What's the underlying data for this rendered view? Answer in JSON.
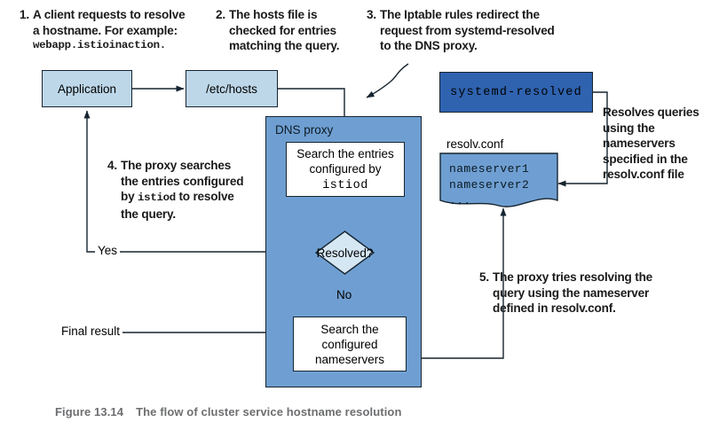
{
  "figure": {
    "number": "Figure 13.14",
    "title": "The flow of cluster service hostname resolution"
  },
  "callouts": [
    {
      "id": "callout-1",
      "number": "1.",
      "line1": "A client requests to resolve",
      "line2": "a hostname. For example:",
      "mono": "webapp.istioinaction."
    },
    {
      "id": "callout-2",
      "number": "2.",
      "line1": "The hosts file is",
      "line2": "checked for entries",
      "line3": "matching the query."
    },
    {
      "id": "callout-3",
      "number": "3.",
      "line1": "The Iptable rules redirect the",
      "line2": "request from systemd-resolved",
      "line3": "to the DNS proxy."
    },
    {
      "id": "callout-4",
      "number": "4.",
      "line1": "The proxy searches",
      "line2": "the entries configured",
      "line3_pre": "by ",
      "line3_mono": "istiod",
      "line3_post": " to resolve",
      "line4": "the query."
    },
    {
      "id": "callout-5",
      "number": "5.",
      "line1": "The proxy tries resolving the",
      "line2": "query using the nameserver",
      "line3": "defined in resolv.conf."
    }
  ],
  "side_note": {
    "line1": "Resolves queries",
    "line2": "using the",
    "line3": "nameservers",
    "line4": "specified in the",
    "line5": "resolv.conf file"
  },
  "nodes": {
    "application": {
      "label": "Application"
    },
    "etc_hosts": {
      "label": "/etc/hosts"
    },
    "systemd_resolved": {
      "label": "systemd-resolved"
    },
    "dns_proxy": {
      "label": "DNS proxy"
    },
    "search_istiod": {
      "line1": "Search the entries",
      "line2": "configured by",
      "mono": "istiod"
    },
    "decision": {
      "label": "Resolved?"
    },
    "search_nameservers": {
      "line1": "Search the",
      "line2": "configured",
      "line3": "nameservers"
    },
    "resolv_conf": {
      "title": "resolv.conf",
      "line1": "nameserver1",
      "line2": "nameserver2",
      "line3": "..."
    }
  },
  "edge_labels": {
    "yes": "Yes",
    "no": "No",
    "final_result": "Final result"
  },
  "colors": {
    "light_blue": "#bdd7e9",
    "proxy_blue": "#6f9fd2",
    "dark_blue": "#2f63b0",
    "outline": "#16242f",
    "caption_gray": "#6d6e70"
  }
}
